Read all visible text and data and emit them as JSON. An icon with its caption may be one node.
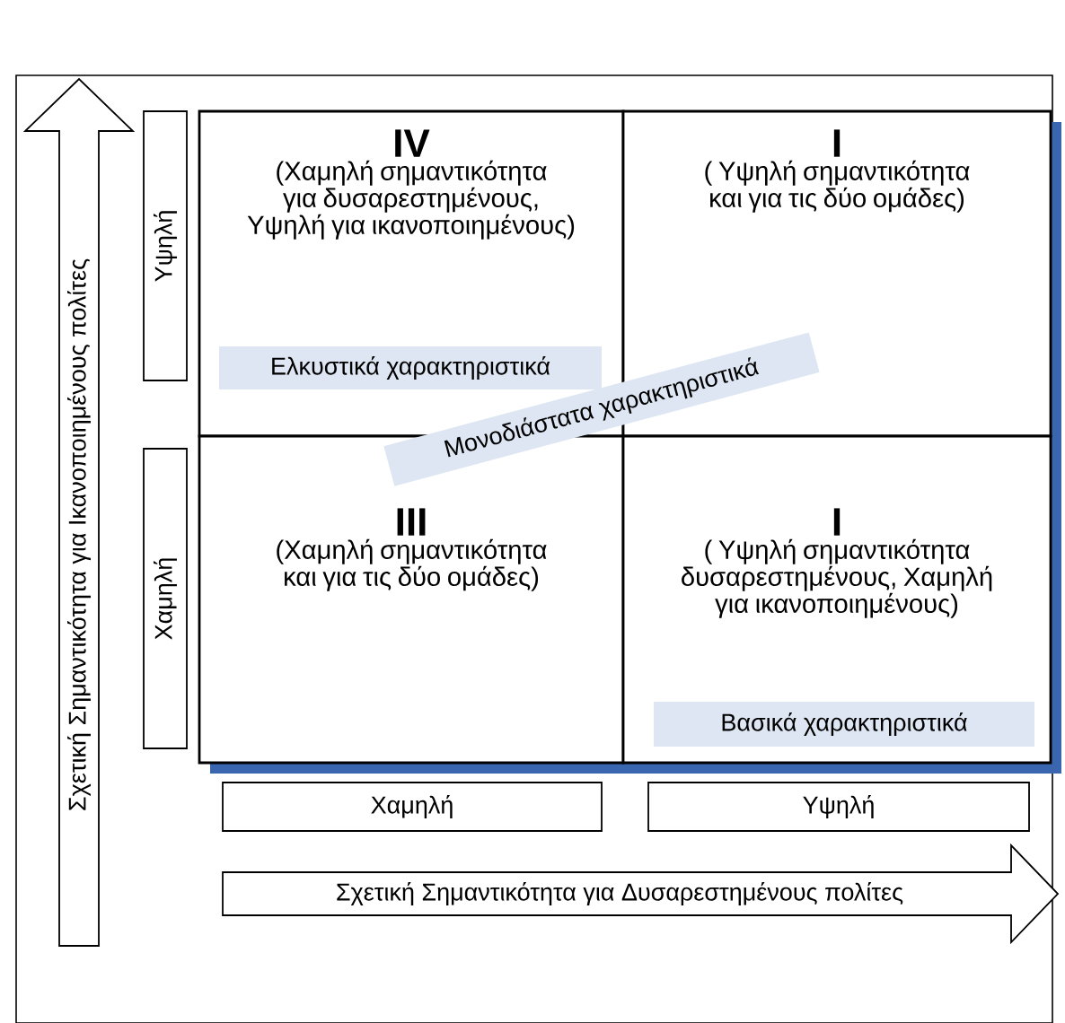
{
  "diagram": {
    "nodes": [
      {
        "text": [
          "IV",
          "(Χαμηλή σημαντικότητα για δυσαρεστημένους, Υψηλή για ικανοποιημένους)"
        ]
      },
      {
        "text": [
          "Ελκυστικά χαρακτηριστικά"
        ],
        "in": 0
      },
      {
        "text": [
          "I",
          "( Υψηλή σημαντικότητα και για τις δύο ομάδες)"
        ]
      },
      {
        "text": [
          "III",
          "(Χαμηλή σημαντικότητα και για τις δύο ομάδες)"
        ]
      },
      {
        "text": [
          "I",
          "( Υψηλή σημαντικότητα δυσαρεστημένους, Χαμηλή για ικανοποιημένους)"
        ]
      },
      {
        "text": [
          "Βασικά χαρακτηριστικά"
        ],
        "in": 4
      },
      {
        "text": [
          "Μονοδιάστατα χαρακτηριστικά"
        ]
      },
      {
        "text": [
          "Υψηλή"
        ]
      },
      {
        "text": [
          "Χαμηλή"
        ]
      },
      {
        "text": [
          "Χαμηλή"
        ]
      },
      {
        "text": [
          "Υψηλή"
        ]
      },
      {
        "text": [
          "Σχετική Σημαντικότητα για Ικανοποιημένους πολίτες"
        ]
      },
      {
        "text": [
          "Σχετική Σημαντικότητα για Δυσαρεστημένους πολίτες"
        ]
      }
    ]
  }
}
